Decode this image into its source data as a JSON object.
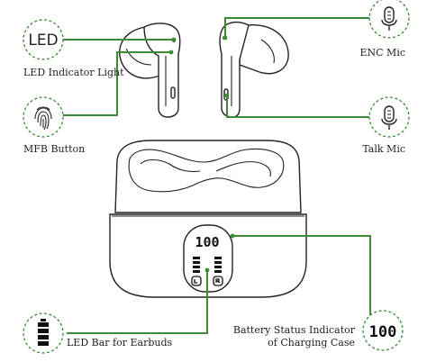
{
  "accent_color": "#3d8b37",
  "callouts": {
    "led_indicator": {
      "icon_text": "LED",
      "label": "LED Indicator Light"
    },
    "enc_mic": {
      "icon": "microphone-icon",
      "label": "ENC Mic"
    },
    "mfb_button": {
      "icon": "fingerprint-icon",
      "label": "MFB Button"
    },
    "talk_mic": {
      "icon": "microphone-icon",
      "label": "Talk Mic"
    },
    "led_bar": {
      "icon": "battery-bars-icon",
      "label": "LED Bar for Earbuds"
    },
    "battery_status": {
      "icon_text": "100",
      "label_line1": "Battery Status Indicator",
      "label_line2": "of Charging Case"
    }
  },
  "case_display": {
    "value": "100"
  }
}
